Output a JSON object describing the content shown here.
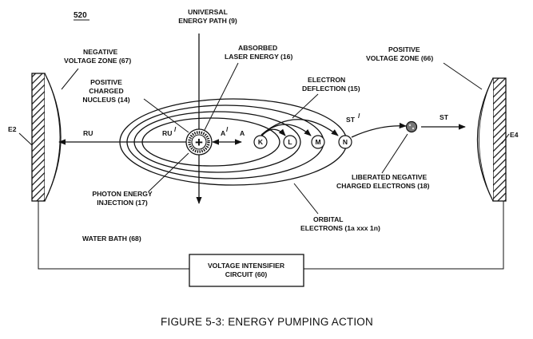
{
  "figure": {
    "number": "520",
    "caption": "FIGURE 5-3: ENERGY PUMPING ACTION",
    "labels": {
      "universal_energy_path": [
        "UNIVERSAL",
        "ENERGY PATH (9)"
      ],
      "absorbed_laser": [
        "ABSORBED",
        "LASER ENERGY (16)"
      ],
      "negative_zone": [
        "NEGATIVE",
        "VOLTAGE ZONE (67)"
      ],
      "positive_zone": [
        "POSITIVE",
        "VOLTAGE ZONE (66)"
      ],
      "positive_nucleus": [
        "POSITIVE",
        "CHARGED",
        "NUCLEUS (14)"
      ],
      "electron_deflection": [
        "ELECTRON",
        "DEFLECTION (15)"
      ],
      "liberated_electrons": [
        "LIBERATED NEGATIVE",
        "CHARGED ELECTRONS (18)"
      ],
      "photon_injection": [
        "PHOTON ENERGY",
        "INJECTION (17)"
      ],
      "orbital_electrons": [
        "ORBITAL",
        "ELECTRONS (1a xxx 1n)"
      ],
      "water_bath": "WATER BATH (68)",
      "circuit": [
        "VOLTAGE INTENSIFIER",
        "CIRCUIT (60)"
      ]
    },
    "arrows": {
      "ru": "RU",
      "ru_prime": "RU",
      "a_prime": "A",
      "a": "A",
      "st_prime": "ST",
      "st": "ST",
      "prime": "/"
    },
    "electrodes": {
      "left": "E2",
      "right": "E4"
    },
    "nucleus_symbol": "+",
    "shells": [
      "K",
      "L",
      "M",
      "N"
    ]
  }
}
